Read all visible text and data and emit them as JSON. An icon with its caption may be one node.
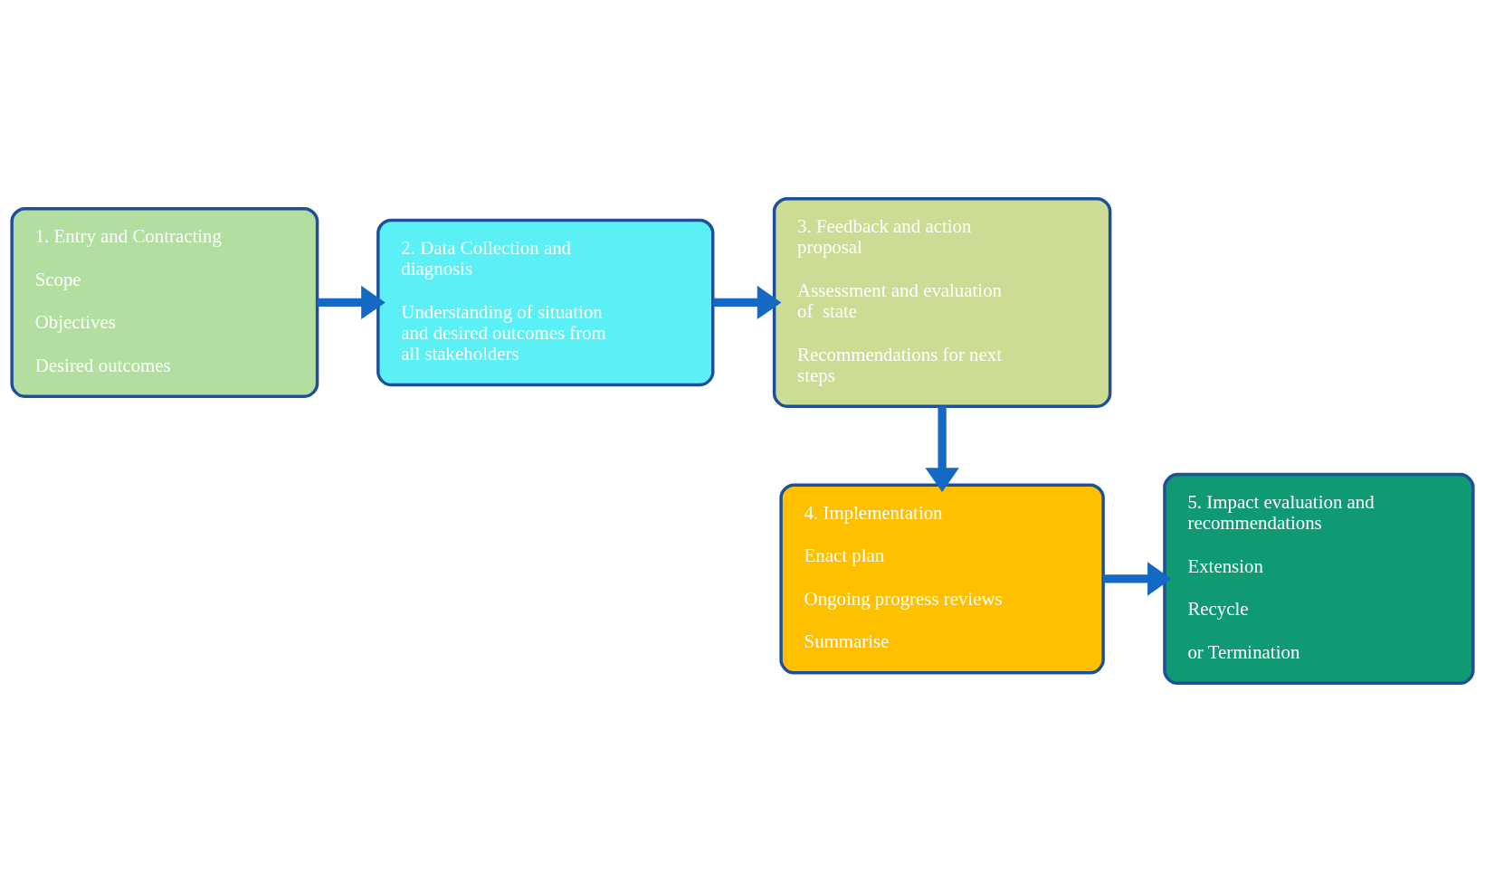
{
  "diagram": {
    "nodes": [
      {
        "text": [
          "1. Entry and Contracting",
          "Scope",
          "Objectives",
          "Desired outcomes"
        ]
      },
      {
        "text": [
          "2. Data Collection and diagnosis",
          "Understanding of situation and desired outcomes from all stakeholders"
        ]
      },
      {
        "text": [
          "3. Feedback and action proposal",
          "Assessment and evaluation of  state",
          "Recommendations for next steps"
        ]
      },
      {
        "text": [
          "4. Implementation",
          "Enact plan",
          "Ongoing progress reviews",
          "Summarise"
        ]
      },
      {
        "text": [
          "5. Impact evaluation and recommendations",
          "Extension",
          "Recycle",
          "or Termination"
        ]
      }
    ],
    "edges": [
      {
        "from": 0,
        "to": 1,
        "arrow": "to"
      },
      {
        "from": 1,
        "to": 2,
        "arrow": "to"
      },
      {
        "from": 2,
        "to": 3,
        "arrow": "to"
      },
      {
        "from": 3,
        "to": 4,
        "arrow": "to"
      }
    ]
  }
}
